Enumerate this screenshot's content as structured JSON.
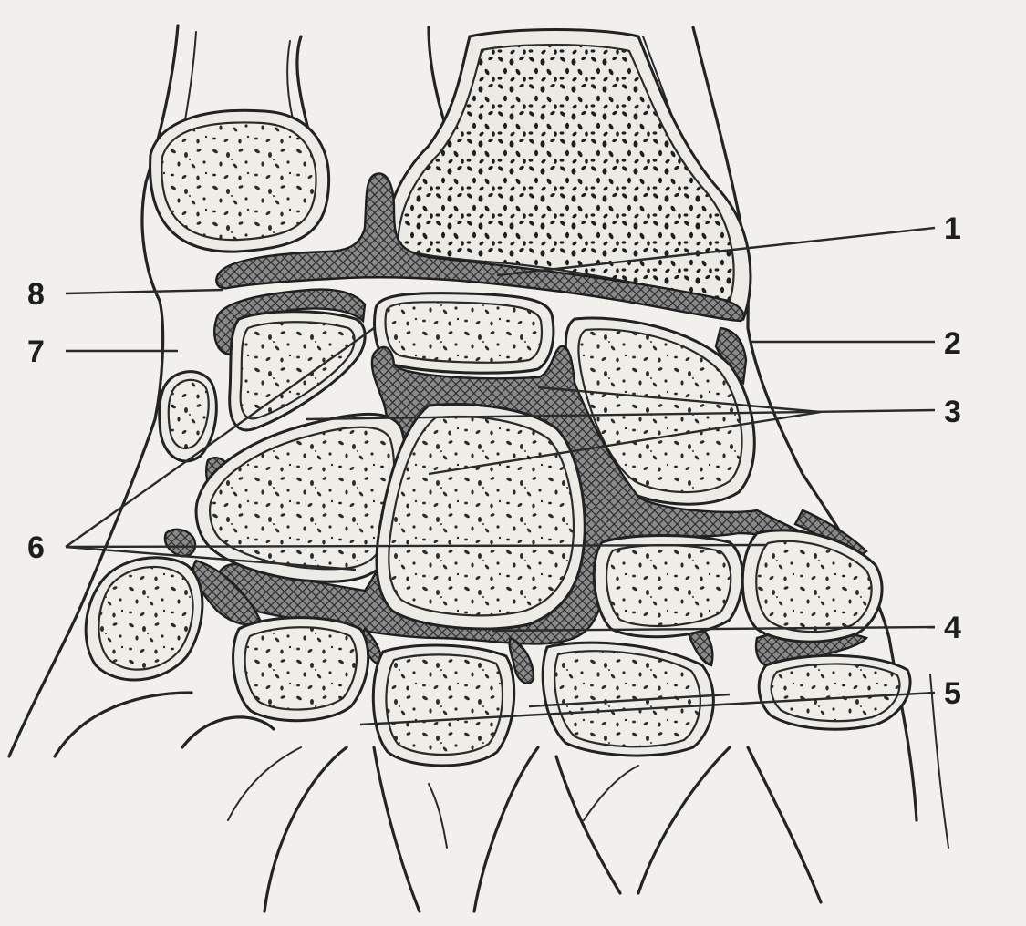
{
  "labels": {
    "l1": "1",
    "l2": "2",
    "l3": "3",
    "l4": "4",
    "l5": "5",
    "l6": "6",
    "l7": "7",
    "l8": "8"
  },
  "colors": {
    "paper": "#f1f0ec",
    "ink": "#222222",
    "cartilage_fill": "#7a7a7a"
  }
}
